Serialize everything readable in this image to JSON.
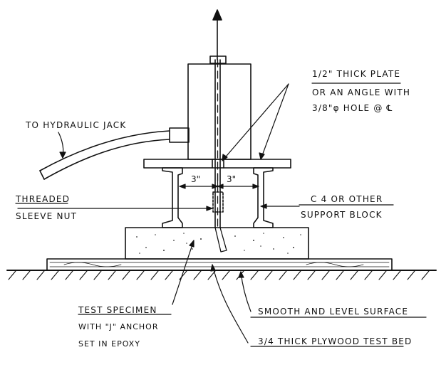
{
  "labels": {
    "plate_line1": "1/2\" THICK PLATE",
    "plate_line2": "OR AN ANGLE WITH",
    "plate_line3": "3/8\"φ HOLE @ ℄",
    "hydraulic": "TO HYDRAULIC JACK",
    "nut_line1": "THREADED",
    "nut_line2": "SLEEVE NUT",
    "support_line1": "C 4 OR OTHER",
    "support_line2": "SUPPORT BLOCK",
    "specimen_line1": "TEST SPECIMEN",
    "specimen_line2": "WITH \"J\" ANCHOR",
    "specimen_line3": "SET IN EPOXY",
    "surface": "SMOOTH AND LEVEL SURFACE",
    "plywood": "3/4 THICK PLYWOOD TEST BED"
  },
  "dimensions": {
    "left": "3\"",
    "right": "3\""
  }
}
